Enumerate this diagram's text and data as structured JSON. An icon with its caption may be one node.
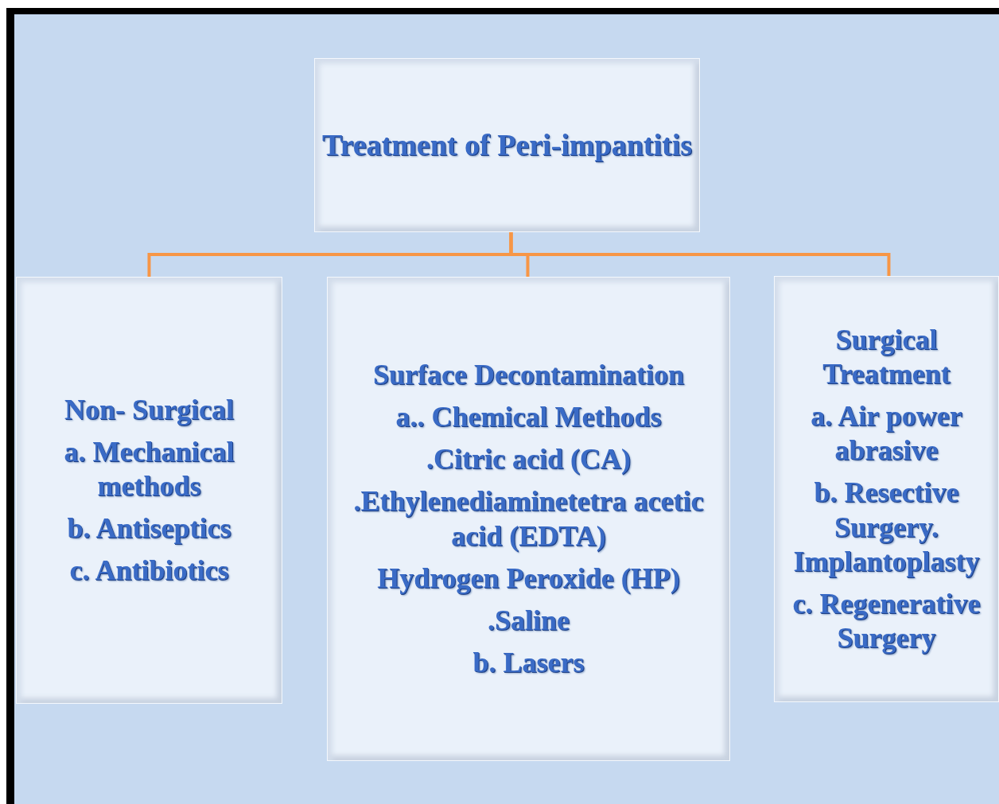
{
  "diagram": {
    "nodes": [
      {
        "text": [
          "Treatment of Peri-impantitis"
        ]
      },
      {
        "text": [
          "Non- Surgical",
          "a. Mechanical methods",
          "b. Antiseptics",
          "c. Antibiotics"
        ]
      },
      {
        "text": [
          "Surface Decontamination",
          "a.. Chemical Methods",
          ".Citric acid (CA)",
          ".Ethylenediaminetetra acetic acid (EDTA)",
          "Hydrogen Peroxide (HP)",
          ".Saline",
          "b. Lasers"
        ]
      },
      {
        "text": [
          "Surgical Treatment",
          "a. Air power abrasive",
          "b. Resective Surgery. Implantoplasty",
          "c. Regenerative Surgery"
        ]
      }
    ],
    "edges": [
      {
        "from": 0,
        "to": 1,
        "arrow": "none"
      },
      {
        "from": 0,
        "to": 2,
        "arrow": "none"
      },
      {
        "from": 0,
        "to": 3,
        "arrow": "none"
      }
    ]
  }
}
